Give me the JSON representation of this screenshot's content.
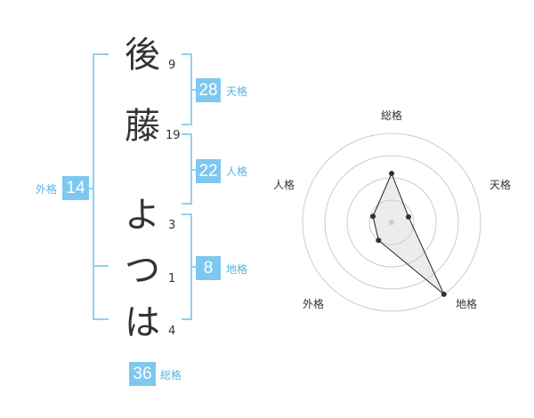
{
  "name": {
    "chars": [
      {
        "char": "後",
        "strokes": "9"
      },
      {
        "char": "藤",
        "strokes": "19"
      },
      {
        "char": "よ",
        "strokes": "3"
      },
      {
        "char": "つ",
        "strokes": "1"
      },
      {
        "char": "は",
        "strokes": "4"
      }
    ]
  },
  "fortune": {
    "tenkaku": {
      "value": "28",
      "label": "天格"
    },
    "jinkaku": {
      "value": "22",
      "label": "人格"
    },
    "chikaku": {
      "value": "8",
      "label": "地格"
    },
    "gaikaku": {
      "value": "14",
      "label": "外格"
    },
    "soukaku": {
      "value": "36",
      "label": "総格"
    }
  },
  "colors": {
    "accent": "#7ec8f0",
    "bracket": "#8fd0f2",
    "label": "#52b4e6"
  },
  "chart_data": {
    "type": "radar",
    "axes": [
      "総格",
      "天格",
      "地格",
      "外格",
      "人格"
    ],
    "values": [
      0.55,
      0.2,
      1.0,
      0.25,
      0.22
    ],
    "max": 1.0,
    "rings": 4
  }
}
